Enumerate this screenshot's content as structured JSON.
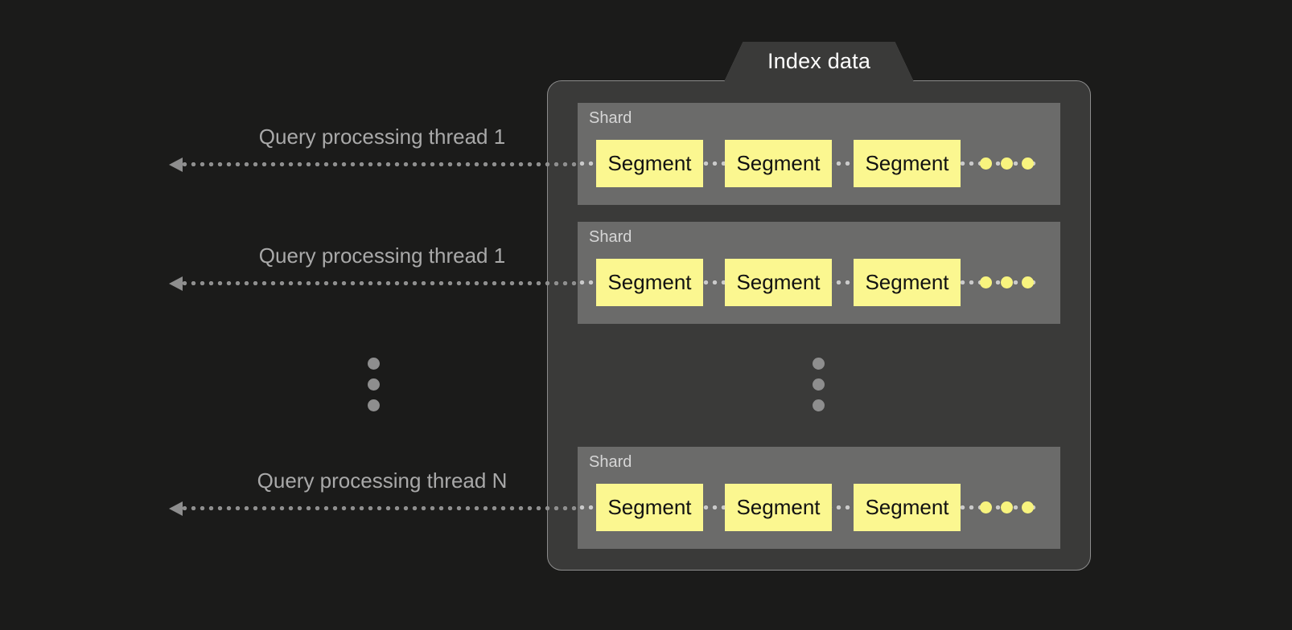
{
  "diagram": {
    "title": "Index data",
    "background_color": "#1b1b1a",
    "panel_color": "#3a3a39",
    "shard_color": "#6b6b6a",
    "segment_color": "#fbf790",
    "accent_dot_color": "#f8f47e",
    "line_color": "#8e8e8e",
    "vertical_ellipsis": "three-dots"
  },
  "threads": [
    {
      "label": "Query processing thread 1"
    },
    {
      "label": "Query processing thread 1"
    },
    {
      "label": "Query processing thread N"
    }
  ],
  "shards": [
    {
      "label": "Shard",
      "segments": [
        {
          "label": "Segment"
        },
        {
          "label": "Segment"
        },
        {
          "label": "Segment"
        }
      ],
      "trailing_ellipsis": "three-yellow-dots"
    },
    {
      "label": "Shard",
      "segments": [
        {
          "label": "Segment"
        },
        {
          "label": "Segment"
        },
        {
          "label": "Segment"
        }
      ],
      "trailing_ellipsis": "three-yellow-dots"
    },
    {
      "label": "Shard",
      "segments": [
        {
          "label": "Segment"
        },
        {
          "label": "Segment"
        },
        {
          "label": "Segment"
        }
      ],
      "trailing_ellipsis": "three-yellow-dots"
    }
  ]
}
